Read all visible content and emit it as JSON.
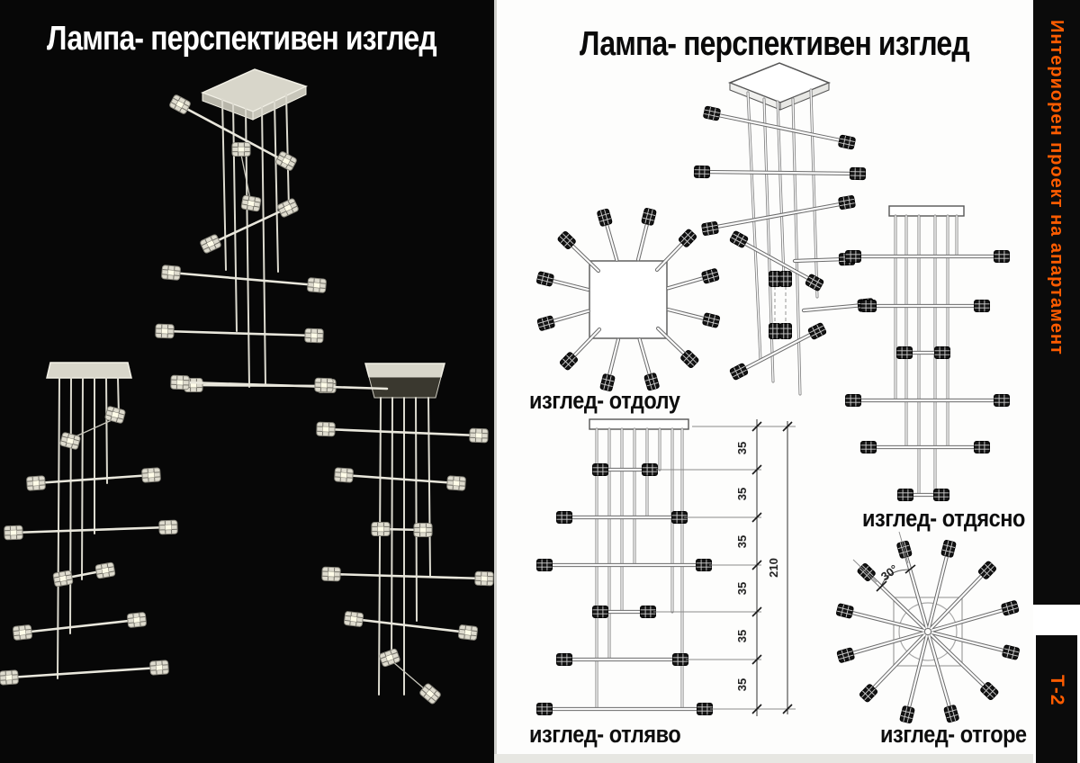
{
  "left_panel": {
    "title": "Лампа- перспективен изглед"
  },
  "right_panel": {
    "title": "Лампа- перспективен изглед",
    "view_labels": {
      "bottom": "изглед- отдолу",
      "right": "изглед- отдясно",
      "left": "изглед- отляво",
      "top": "изглед- отгоре"
    },
    "dimensions": {
      "segments": [
        "35",
        "35",
        "35",
        "35",
        "35",
        "35"
      ],
      "total": "210",
      "angle": "30°"
    }
  },
  "side_strip": {
    "project_title": "Интериорен проект на апартамент",
    "sheet_code": "Т-2"
  },
  "colors": {
    "accent_orange": "#ff5c00",
    "panel_black": "#0b0b0b",
    "page_white": "#fdfdfc",
    "light_lamp_line": "#e9e7dc",
    "dark_lamp_line": "#6b6b6b"
  }
}
